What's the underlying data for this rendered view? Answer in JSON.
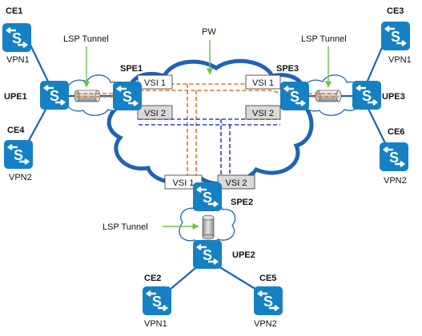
{
  "diagram": {
    "pw_label": "PW",
    "lsp_label": "LSP Tunnel",
    "vsi1_label": "VSI 1",
    "vsi2_label": "VSI 2",
    "colors": {
      "device": "#1581c4",
      "link": "#1b64b3",
      "cloud_edge": "#1e63b5",
      "pw_orange": "#e8702a",
      "pw_blue": "#2a3bd8",
      "callout_arrow": "#6cc24a",
      "vsi_gray": "#d9d9d9",
      "vsi_white": "#ffffff"
    },
    "devices": {
      "ce1": "CE1",
      "ce3": "CE3",
      "ce4": "CE4",
      "ce6": "CE6",
      "ce2": "CE2",
      "ce5": "CE5",
      "upe1": "UPE1",
      "upe2": "UPE2",
      "upe3": "UPE3",
      "spe1": "SPE1",
      "spe2": "SPE2",
      "spe3": "SPE3"
    },
    "vpn": {
      "vpn1": "VPN1",
      "vpn2": "VPN2"
    }
  }
}
